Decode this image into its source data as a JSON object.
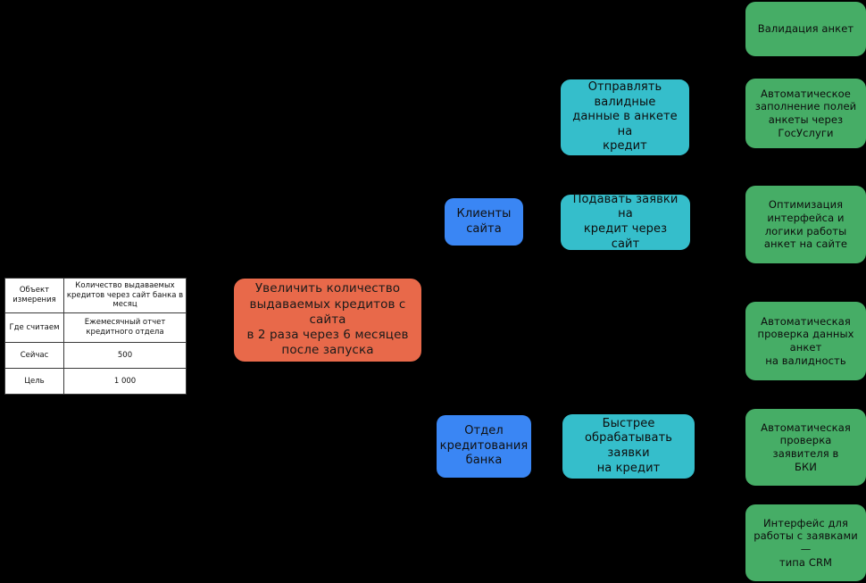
{
  "diagram": {
    "background_color": "#000000",
    "title": "User Story Map / Impact Map",
    "colors": {
      "goal": "#E8694A",
      "actor": "#3A86F4",
      "job": "#35BECB",
      "feature": "#46AD66",
      "table_border": "#3a3a3a",
      "table_background": "#ffffff",
      "text": "#111111"
    }
  },
  "metric_table": {
    "name": "metric-definition-table",
    "rows": [
      {
        "key": "Объект\nизмерения",
        "value": "Количество выдаваемых кредитов\nчерез сайт банка в месяц"
      },
      {
        "key": "Где считаем",
        "value": "Ежемесячный отчет кредитного\nотдела"
      },
      {
        "key": "Сейчас",
        "value": "500"
      },
      {
        "key": "Цель",
        "value": "1 000"
      }
    ]
  },
  "goal": {
    "label": "Увеличить количество\nвыдаваемых кредитов с сайта\nв 2 раза через 6 месяцев\nпосле запуска"
  },
  "actors": [
    {
      "label": "Клиенты\nсайта"
    },
    {
      "label": "Отдел\nкредитования\nбанка"
    }
  ],
  "jobs": [
    {
      "label": "Отправлять валидные\nданные в анкете на\nкредит"
    },
    {
      "label": "Подавать заявки на\nкредит через сайт"
    },
    {
      "label": "Быстрее\nобрабатывать заявки\nна кредит"
    }
  ],
  "features": [
    {
      "label": "Валидация анкет"
    },
    {
      "label": "Автоматическое\nзаполнение полей\nанкеты через\nГосУслуги"
    },
    {
      "label": "Оптимизация\nинтерфейса и\nлогики работы\nанкет на сайте"
    },
    {
      "label": "Автоматическая\nпроверка данных анкет\nна валидность"
    },
    {
      "label": "Автоматическая\nпроверка заявителя в\nБКИ"
    },
    {
      "label": "Интерфейс для\nработы с заявками —\nтипа CRM"
    }
  ]
}
